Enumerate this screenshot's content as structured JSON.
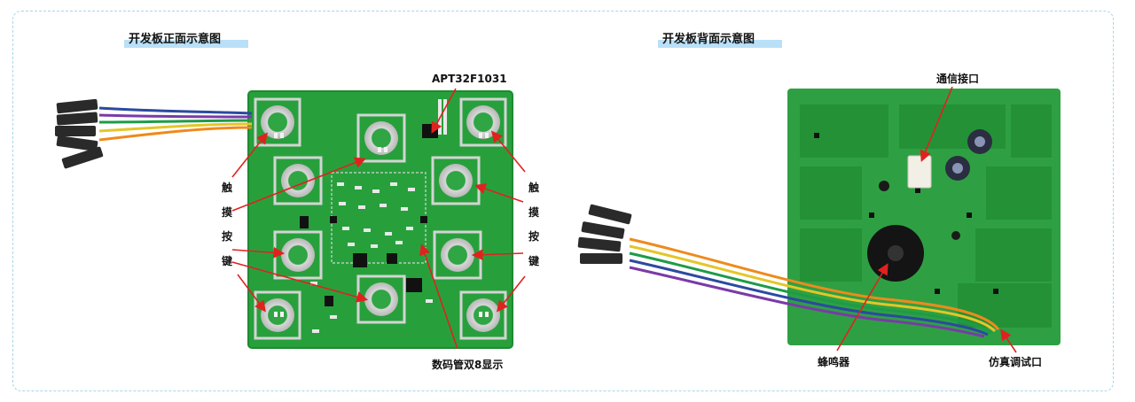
{
  "front_title": "开发板正面示意图",
  "back_title": "开发板背面示意图",
  "labels": {
    "chip": "APT32F1031",
    "touch_left": [
      "触",
      "摸",
      "按",
      "键"
    ],
    "touch_right": [
      "触",
      "摸",
      "按",
      "键"
    ],
    "seg_display": "数码管双8显示",
    "comm_port": "通信接口",
    "buzzer": "蜂鸣器",
    "debug_port": "仿真调试口"
  },
  "colors": {
    "pcb": "#27a03c",
    "pad": "#c8c8c8",
    "arrow": "#e0221f",
    "title_highlight": "#b9e0f7",
    "frame": "#a9d4ee"
  }
}
